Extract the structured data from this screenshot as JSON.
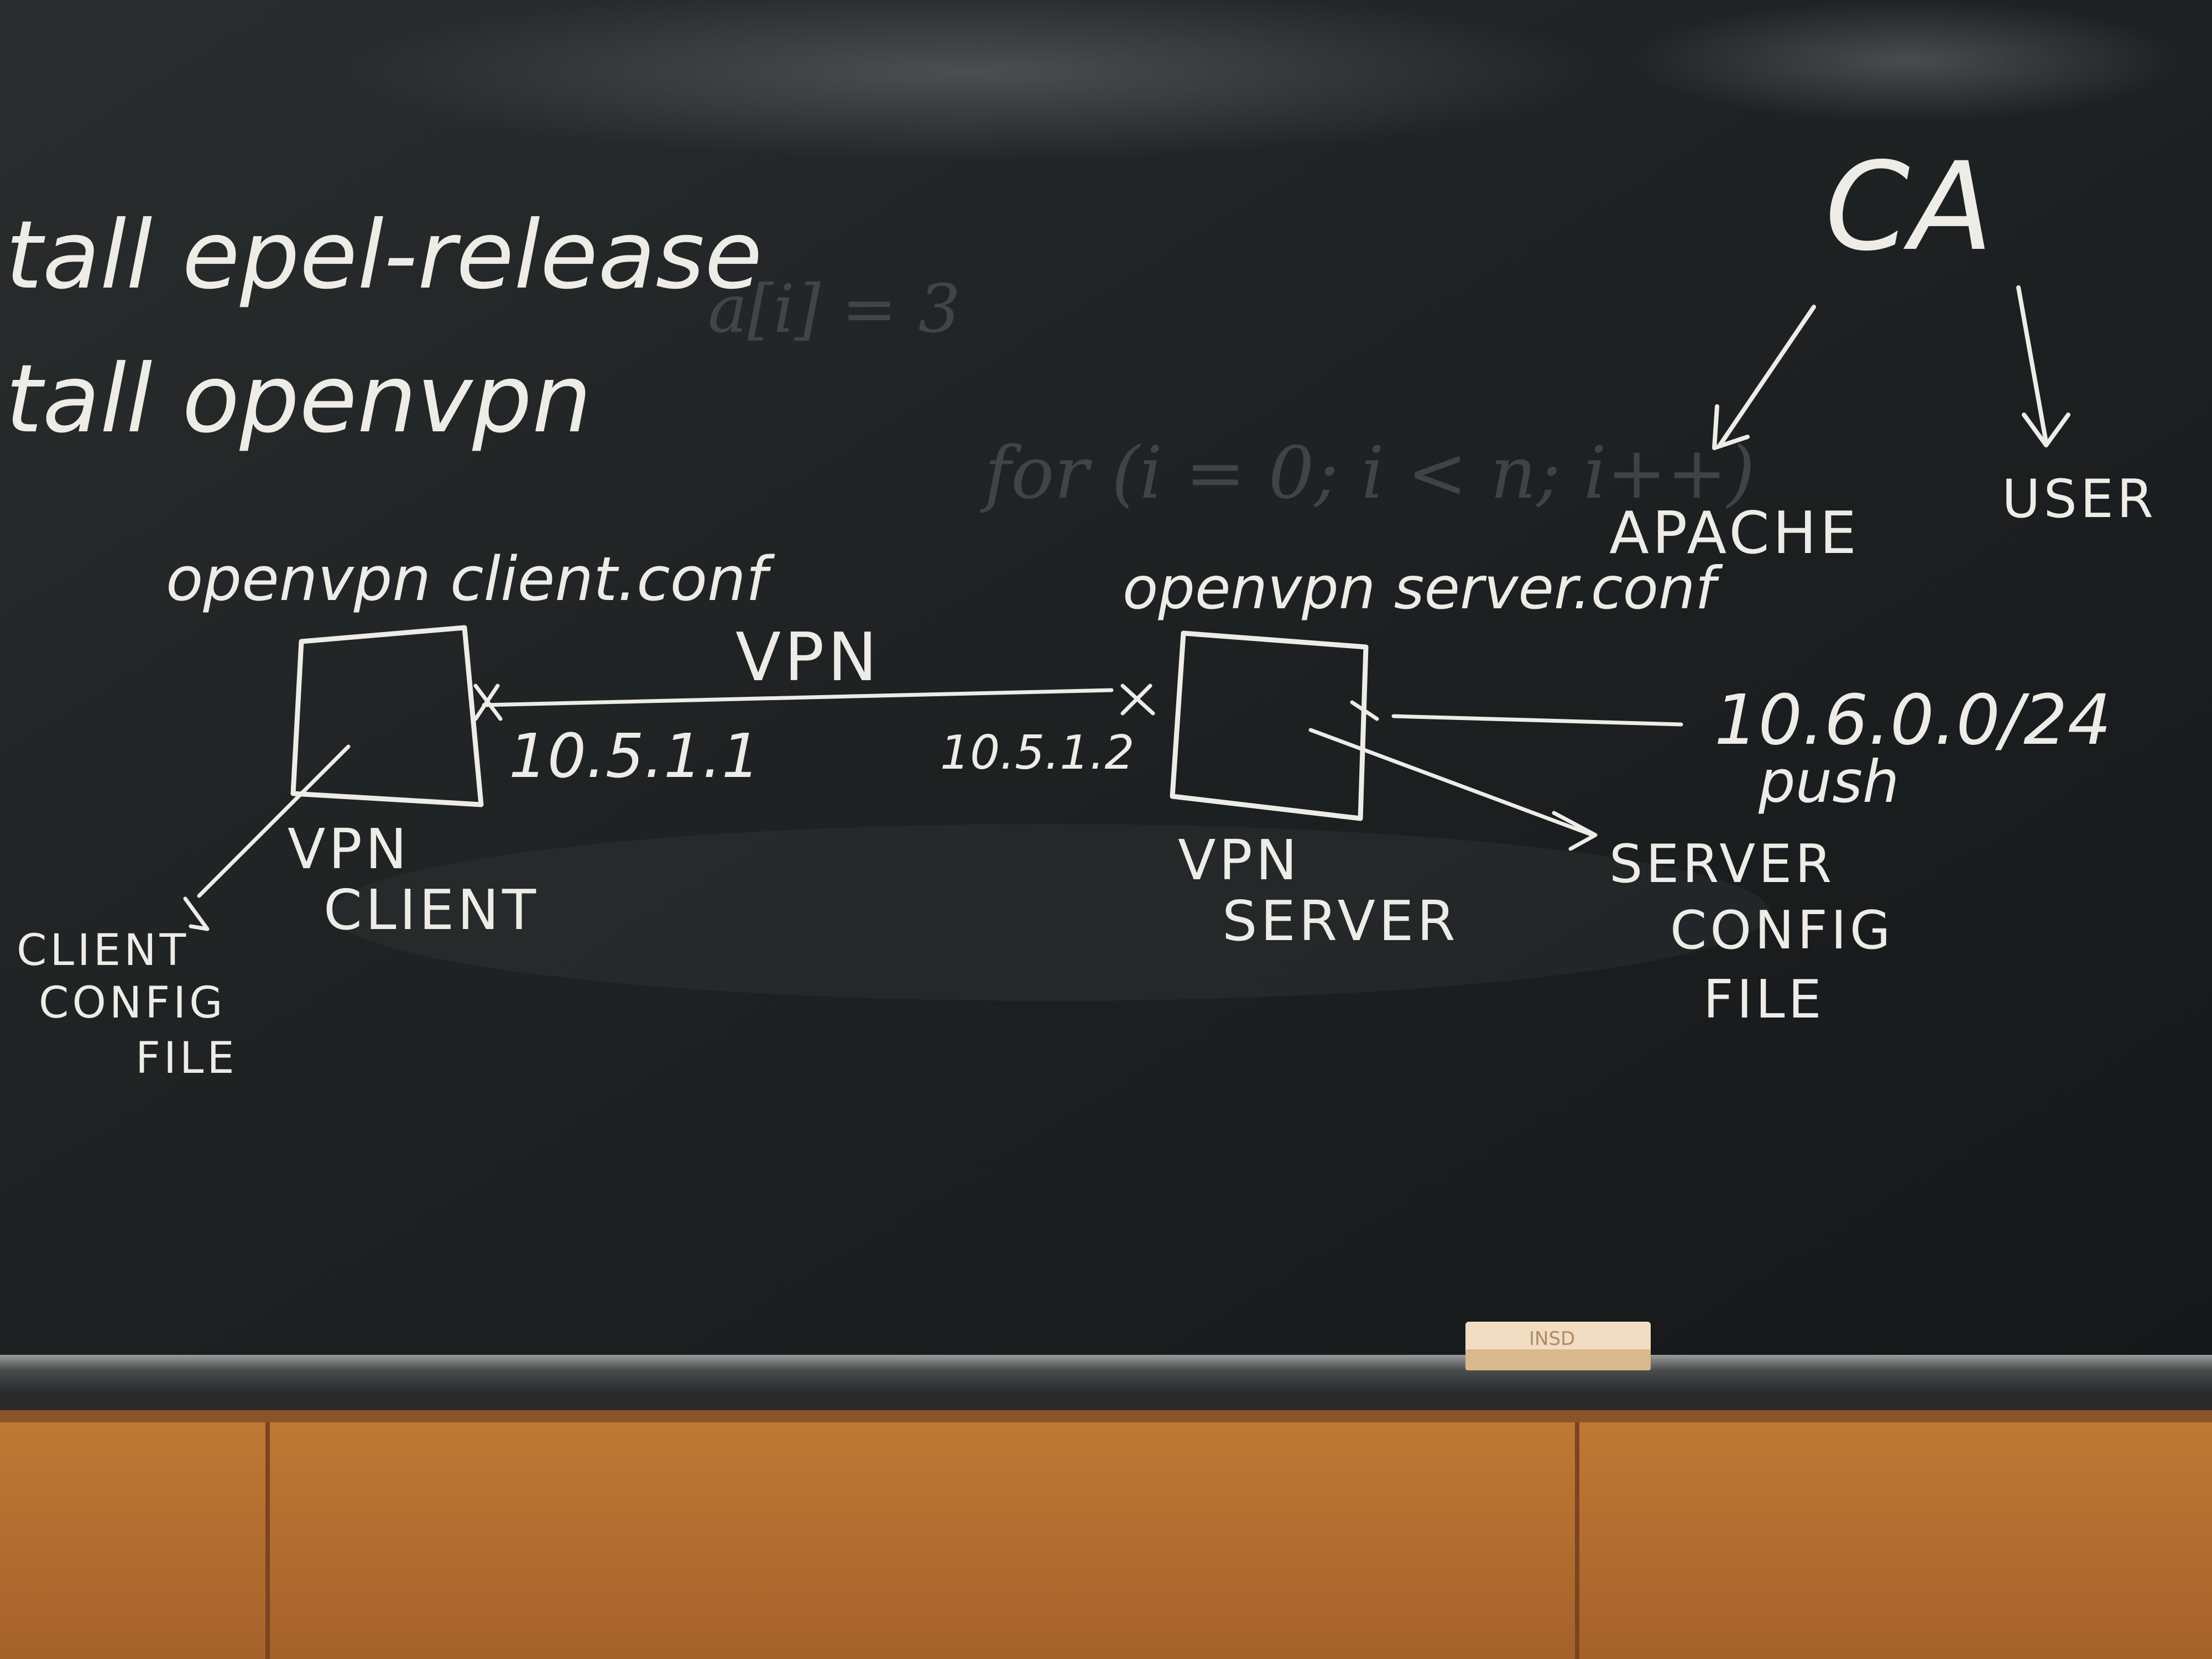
{
  "board": {
    "lines": {
      "install_epel": "tall epel-release",
      "install_openvpn": "tall openvpn"
    },
    "client": {
      "conf_label": "openvpn client.conf",
      "node_label_1": "VPN",
      "node_label_2": "CLIENT",
      "file_label_1": "CLIENT",
      "file_label_2": "CONFIG",
      "file_label_3": "FILE",
      "ip": "10.5.1.1"
    },
    "link_label": "VPN",
    "server": {
      "conf_label": "openvpn server.conf",
      "node_label_1": "VPN",
      "node_label_2": "SERVER",
      "file_label_1": "SERVER",
      "file_label_2": "CONFIG",
      "file_label_3": "FILE",
      "ip": "10.5.1.2",
      "pushed_subnet": "10.6.0.0/24",
      "push_label": "push"
    },
    "ca": {
      "title": "CA",
      "left_target": "APACHE",
      "right_target": "USER"
    },
    "ghost_text": [
      "for (i = 0; i < n; i++)",
      "a[i] = 3"
    ]
  },
  "eraser": {
    "brand": "INSD"
  },
  "colors": {
    "chalk": "#eeece6",
    "board": "#1f2223",
    "tray": "#3a3c3d",
    "wood": "#b8722f"
  }
}
